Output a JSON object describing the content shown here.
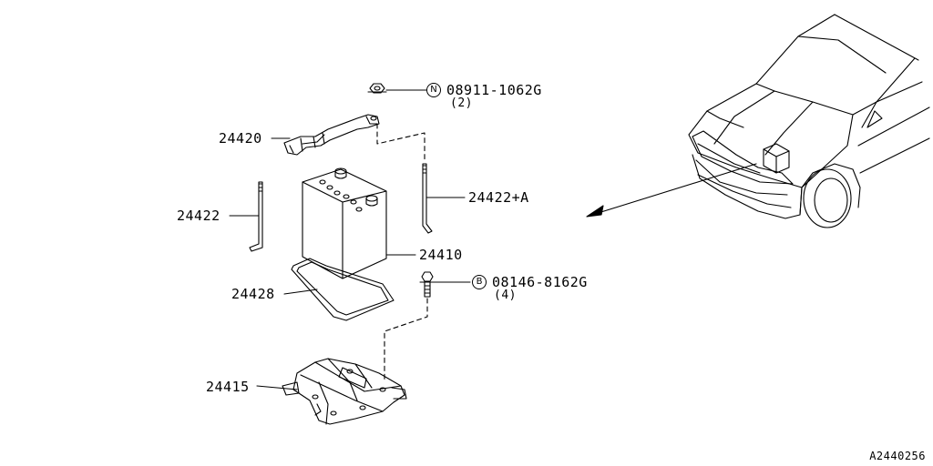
{
  "parts": [
    {
      "id": "p24420",
      "label": "24420"
    },
    {
      "id": "p24422",
      "label": "24422"
    },
    {
      "id": "p24428",
      "label": "24428"
    },
    {
      "id": "p24415",
      "label": "24415"
    },
    {
      "id": "p24410",
      "label": "24410"
    },
    {
      "id": "p24422a",
      "label": "24422+A"
    }
  ],
  "fasteners": [
    {
      "symbol": "N",
      "part_number": "08911-1062G",
      "quantity": "(2)"
    },
    {
      "symbol": "B",
      "part_number": "08146-8162G",
      "quantity": "(4)"
    }
  ],
  "diagram_code": "A2440256"
}
